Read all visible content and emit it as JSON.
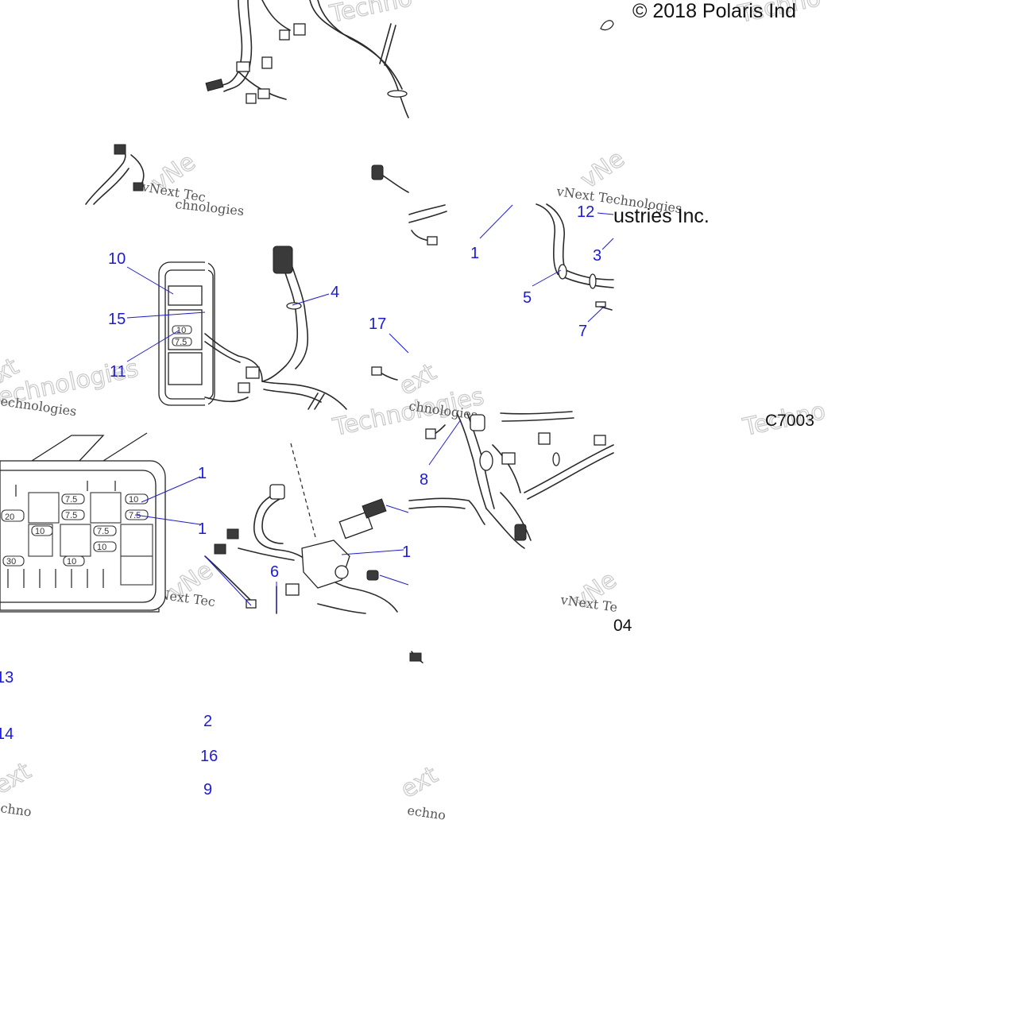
{
  "diagram": {
    "copyright_top": "© 2018 Polaris Ind",
    "copyright_fragment": "ustries Inc.",
    "drawing_code": "C7003",
    "code_fragment": "04",
    "watermarks": {
      "a": "vNext Tec",
      "b": "vNext Technologies",
      "c": "Techno",
      "d": "Technologies",
      "e": "echnologies",
      "f": "chnologies",
      "g": "vNext Te",
      "h": "echno",
      "i": "chno",
      "j": "ext",
      "k": "vNe",
      "l": "xt"
    },
    "fuse_labels": {
      "f10": "10",
      "f7_5a": "7.5",
      "f7_5b": "7.5",
      "f20": "20",
      "f30": "30",
      "f10b": "10",
      "f7_5c": "7.5",
      "f7_5d": "7.5",
      "f10c": "10",
      "f7_5e": "7.5"
    },
    "callouts": {
      "c10": "10",
      "c15": "15",
      "c11": "11",
      "c4": "4",
      "c17": "17",
      "c1": "1",
      "c5": "5",
      "c12": "12",
      "c3": "3",
      "c7": "7",
      "c8": "8",
      "c6": "6",
      "c1a": "1",
      "c1b": "1",
      "c1c": "1",
      "c13": "13",
      "c14": "14",
      "c2": "2",
      "c16": "16",
      "c9": "9"
    }
  }
}
